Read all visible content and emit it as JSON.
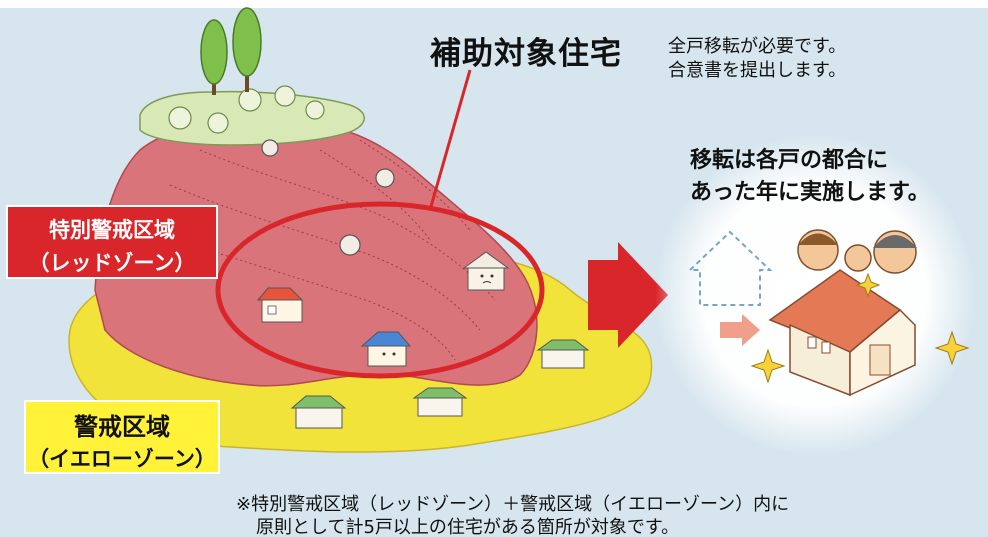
{
  "title": "補助対象住宅",
  "condition_lines": [
    "全戸移転が必要です。",
    "合意書を提出します。"
  ],
  "timing_lines": [
    "移転は各戸の都合に",
    "あった年に実施します。"
  ],
  "zones": {
    "red": {
      "line1": "特別警戒区域",
      "line2": "（レッドゾーン）",
      "color": "#d9262b"
    },
    "yellow": {
      "line1": "警戒区域",
      "line2": "（イエローゾーン）",
      "color": "#fff239"
    }
  },
  "footnote_lines": [
    "※特別警戒区域（レッドゾーン）＋警戒区域（イエローゾーン）内に",
    "原則として計5戸以上の住宅がある箇所が対象です。"
  ],
  "colors": {
    "background": "#d7e6ee",
    "hill": "#d9747a",
    "arrow": "#d9262b",
    "yellow_zone": "#f2e33a"
  }
}
